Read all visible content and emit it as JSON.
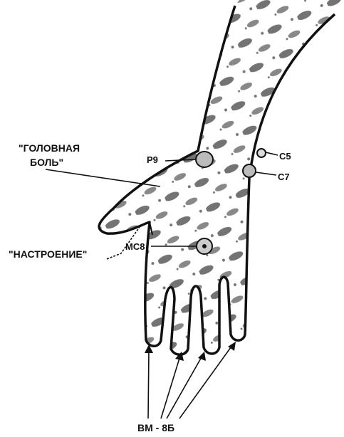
{
  "labels": {
    "headache_line1": "\"ГОЛОВНАЯ",
    "headache_line2": "БОЛЬ\"",
    "mood": "\"НАСТРОЕНИЕ\"",
    "p9": "Р9",
    "c5": "С5",
    "c7": "С7",
    "mco": "МС8",
    "bottom": "ВМ - 8Б"
  },
  "colors": {
    "ink": "#111111",
    "speckle": "#5a5a5a",
    "background": "#ffffff"
  }
}
